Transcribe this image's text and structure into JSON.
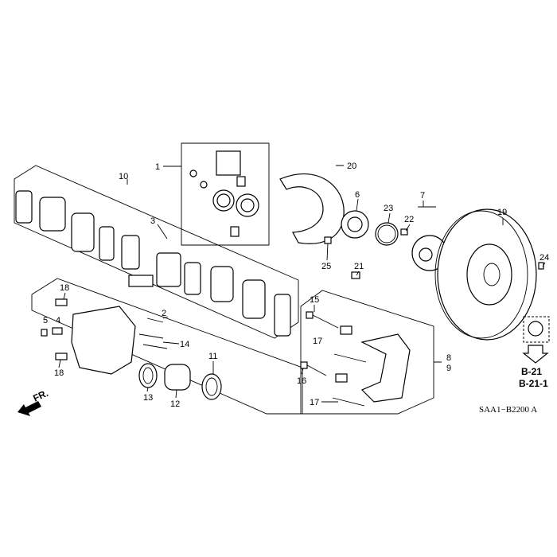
{
  "callouts": [
    {
      "id": "c1",
      "text": "1"
    },
    {
      "id": "c20",
      "text": "20"
    },
    {
      "id": "c10",
      "text": "10"
    },
    {
      "id": "c6",
      "text": "6"
    },
    {
      "id": "c7",
      "text": "7"
    },
    {
      "id": "c23",
      "text": "23"
    },
    {
      "id": "c22",
      "text": "22"
    },
    {
      "id": "c19",
      "text": "19"
    },
    {
      "id": "c3",
      "text": "3"
    },
    {
      "id": "c24",
      "text": "24"
    },
    {
      "id": "c25",
      "text": "25"
    },
    {
      "id": "c21",
      "text": "21"
    },
    {
      "id": "c18a",
      "text": "18"
    },
    {
      "id": "c15",
      "text": "15"
    },
    {
      "id": "c5",
      "text": "5"
    },
    {
      "id": "c4",
      "text": "4"
    },
    {
      "id": "c2",
      "text": "2"
    },
    {
      "id": "c14",
      "text": "14"
    },
    {
      "id": "c11",
      "text": "11"
    },
    {
      "id": "c17a",
      "text": "17"
    },
    {
      "id": "c8",
      "text": "8"
    },
    {
      "id": "c9",
      "text": "9"
    },
    {
      "id": "c18b",
      "text": "18"
    },
    {
      "id": "c16",
      "text": "16"
    },
    {
      "id": "c13",
      "text": "13"
    },
    {
      "id": "c12",
      "text": "12"
    },
    {
      "id": "c17b",
      "text": "17"
    }
  ],
  "references": {
    "ref1": "B-21",
    "ref2": "B-21-1"
  },
  "front_indicator": "FR.",
  "diagram_code": "SAA1−B2200 A"
}
